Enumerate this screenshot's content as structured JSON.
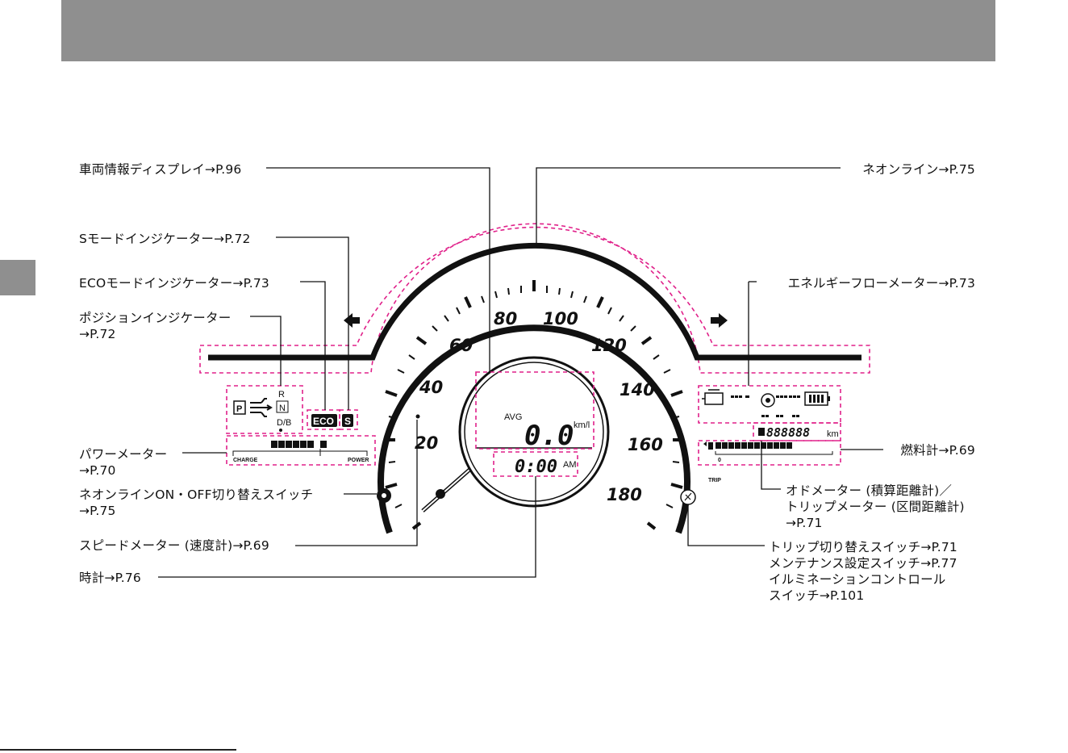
{
  "callouts": {
    "vehicle_info_display": "車両情報ディスプレイ→P.96",
    "s_mode_indicator": "Sモードインジケーター→P.72",
    "eco_mode_indicator": "ECOモードインジケーター→P.73",
    "position_indicator_line1": "ポジションインジケーター",
    "position_indicator_line2": "→P.72",
    "power_meter_line1": "パワーメーター",
    "power_meter_line2": "→P.70",
    "neon_switch_line1": "ネオンラインON・OFF切り替えスイッチ",
    "neon_switch_line2": "→P.75",
    "speedometer": "スピードメーター (速度計)→P.69",
    "clock": "時計→P.76",
    "neon_line": "ネオンライン→P.75",
    "energy_flow_meter": "エネルギーフローメーター→P.73",
    "fuel_gauge": "燃料計→P.69",
    "odometer_line1": "オドメーター (積算距離計)／",
    "odometer_line2": "トリップメーター (区間距離計)",
    "odometer_line3": "→P.71",
    "trip_switch_line1": "トリップ切り替えスイッチ→P.71",
    "trip_switch_line2": "メンテナンス設定スイッチ→P.77",
    "trip_switch_line3": "イルミネーションコントロール",
    "trip_switch_line4": "スイッチ→P.101"
  },
  "cluster": {
    "speed_ticks": [
      "20",
      "40",
      "60",
      "80",
      "100",
      "120",
      "140",
      "160",
      "180"
    ],
    "avg_label": "AVG",
    "avg_value": "0.0",
    "avg_unit": "km/l",
    "clock_value": "0:00",
    "clock_ampm": "AM",
    "gear_positions": [
      "P",
      "R",
      "N",
      "D/B"
    ],
    "eco_badge": "ECO",
    "s_badge": "S",
    "power_charge": "CHARGE",
    "power_power": "POWER",
    "odometer_value": "888888",
    "odometer_unit": "km",
    "trip_label": "TRIP",
    "fuel_zero": "0"
  }
}
